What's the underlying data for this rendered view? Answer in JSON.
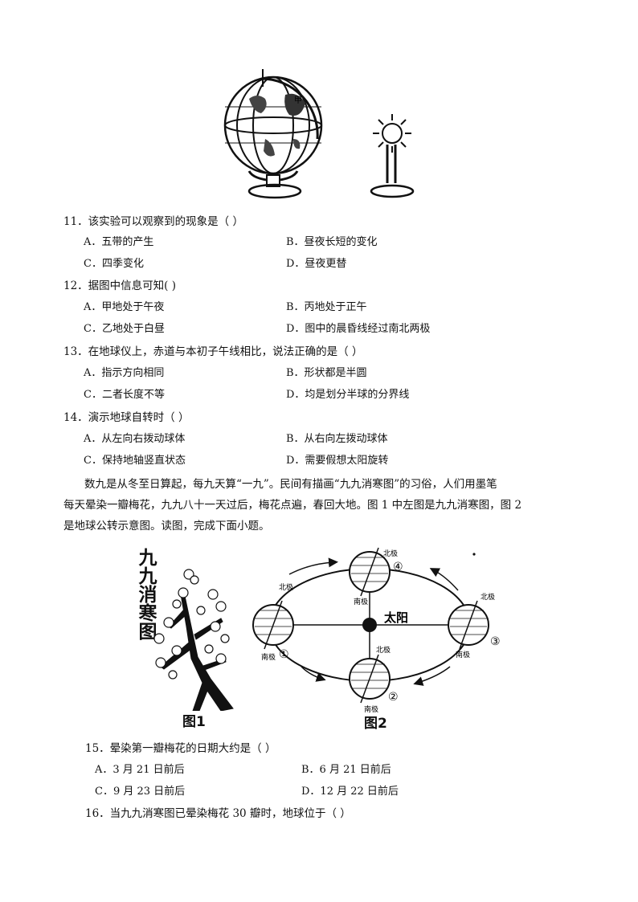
{
  "q11": {
    "stem": "11．该实验可以观察到的现象是（    ）",
    "options": [
      "A．五带的产生",
      "B．昼夜长短的变化",
      "C．四季变化",
      "D．昼夜更替"
    ]
  },
  "q12": {
    "stem": "12．据图中信息可知(    )",
    "options": [
      "A．甲地处于午夜",
      "B．丙地处于正午",
      "C．乙地处于白昼",
      "D．图中的晨昏线经过南北两极"
    ]
  },
  "q13": {
    "stem": "13．在地球仪上，赤道与本初子午线相比，说法正确的是（    ）",
    "options": [
      "A．指示方向相同",
      "B．形状都是半圆",
      "C．二者长度不等",
      "D．均是划分半球的分界线"
    ]
  },
  "q14": {
    "stem": "14．演示地球自转时（    ）",
    "options": [
      "A．从左向右拨动球体",
      "B．从右向左拨动球体",
      "C．保持地轴竖直状态",
      "D．需要假想太阳旋转"
    ]
  },
  "intro": {
    "line1": "数九是从冬至日算起，每九天算“一九”。民间有描画“九九消寒图”的习俗，人们用墨笔",
    "line2": "每天晕染一瓣梅花，九九八十一天过后，梅花点遍，春回大地。图 1 中左图是九九消寒图，图 2",
    "line3": "是地球公转示意图。读图，完成下面小题。"
  },
  "figure1": {
    "title_chars": [
      "九",
      "九",
      "消",
      "寒",
      "图"
    ],
    "caption": "图1"
  },
  "figure2": {
    "caption": "图2",
    "sun_label": "太阳",
    "north_pole": "北极",
    "south_pole": "南极",
    "positions": [
      "①",
      "②",
      "③",
      "④"
    ]
  },
  "figure_top": {
    "globe_label": "甲"
  },
  "q15": {
    "stem": "15．晕染第一瓣梅花的日期大约是（    ）",
    "options": [
      "A．3 月 21 日前后",
      "B．6 月 21 日前后",
      "C．9 月 23 日前后",
      "D．12 月 22 日前后"
    ]
  },
  "q16": {
    "stem": "16．当九九消寒图已晕染梅花 30 瓣时，地球位于（    ）"
  }
}
